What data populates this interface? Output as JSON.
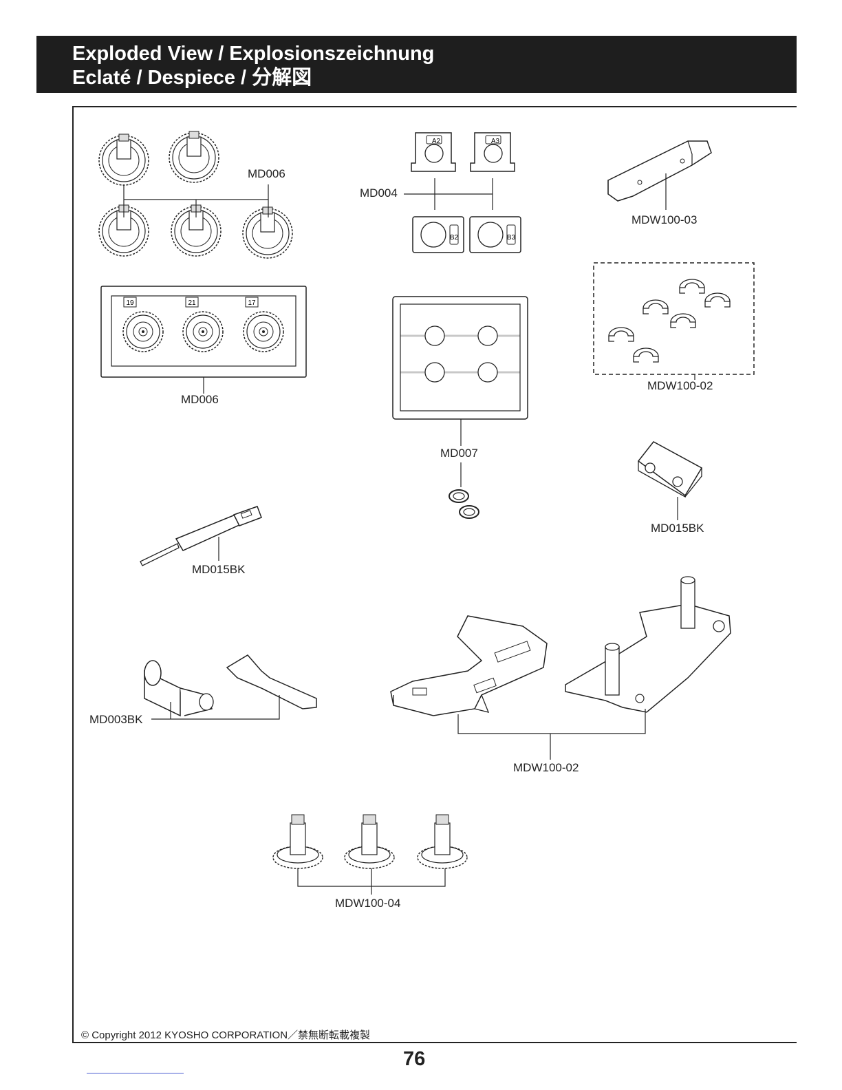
{
  "header": {
    "title_line1": "Exploded View / Explosionszeichnung",
    "title_line2": "Eclaté / Despiece / 分解図"
  },
  "parts": {
    "gear_set_top": "MD006",
    "spacer_plates": "MD004",
    "arm_top_right": "MDW100-03",
    "gear_sprue": "MD006",
    "bushing_sprue": "MD007",
    "c_clips": "MDW100-02",
    "bracket": "MD015BK",
    "tool": "MD015BK",
    "wrench_set": "MD003BK",
    "chassis": "MDW100-02",
    "pinion_gears": "MDW100-04"
  },
  "sprue_numbers": [
    "19",
    "21",
    "17"
  ],
  "plate_marks": [
    "A2",
    "A3",
    "B2",
    "B3"
  ],
  "footer": {
    "copyright": "© Copyright 2012 KYOSHO CORPORATION／禁無断転載複製",
    "page_number": "76"
  }
}
